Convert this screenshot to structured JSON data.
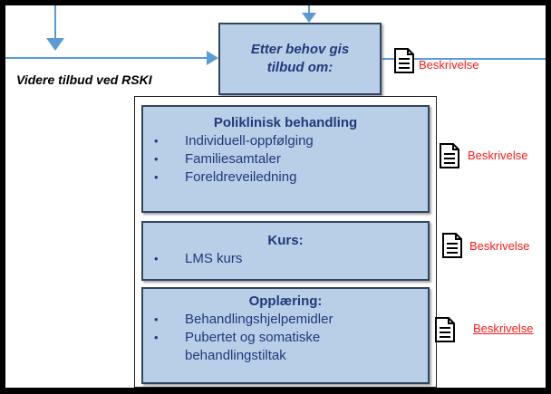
{
  "offer_box": {
    "line1": "Etter behov gis",
    "line2": "tilbud om:"
  },
  "rski_label": "Videre tilbud ved RSKI",
  "sections": {
    "poliklinisk": {
      "title": "Poliklinisk behandling",
      "items": [
        "Individuell-oppfølging",
        "Familiesamtaler",
        "Foreldreveiledning"
      ]
    },
    "kurs": {
      "title": "Kurs:",
      "items": [
        "LMS kurs"
      ]
    },
    "opplaering": {
      "title": "Opplæring:",
      "items": [
        "Behandlingshjelpemidler",
        "Pubertet og somatiske",
        "behandlingstiltak"
      ]
    }
  },
  "bullet_glyph": "•",
  "description_labels": [
    "Beskrivelse",
    "Beskrivelse",
    "Beskrivelse",
    "Beskrivelse"
  ],
  "icons": [
    "document-icon",
    "document-icon",
    "document-icon",
    "document-icon"
  ],
  "colors": {
    "box_fill": "#b9cfe8",
    "box_border": "#30455f",
    "text_blue": "#1f3a7a",
    "connector": "#5b9bd5",
    "description_red": "#ff1a1a"
  }
}
